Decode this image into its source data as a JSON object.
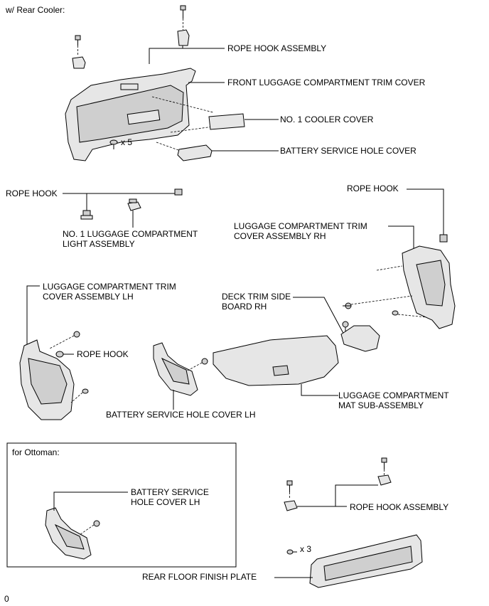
{
  "diagram": {
    "headers": {
      "rear_cooler": "w/ Rear Cooler:",
      "ottoman": "for Ottoman:"
    },
    "labels": {
      "rope_hook_assembly_1": "ROPE HOOK ASSEMBLY",
      "front_trim_cover": "FRONT LUGGAGE COMPARTMENT TRIM COVER",
      "cooler_cover": "NO. 1 COOLER COVER",
      "battery_hole_cover": "BATTERY SERVICE HOLE COVER",
      "rope_hook_left": "ROPE HOOK",
      "light_assembly_l1": "NO. 1 LUGGAGE COMPARTMENT",
      "light_assembly_l2": "LIGHT ASSEMBLY",
      "rope_hook_right": "ROPE HOOK",
      "trim_rh_l1": "LUGGAGE COMPARTMENT TRIM",
      "trim_rh_l2": "COVER ASSEMBLY RH",
      "trim_lh_l1": "LUGGAGE COMPARTMENT TRIM",
      "trim_lh_l2": "COVER ASSEMBLY LH",
      "deck_board_l1": "DECK TRIM SIDE",
      "deck_board_l2": "BOARD RH",
      "rope_hook_mid": "ROPE HOOK",
      "mat_l1": "LUGGAGE COMPARTMENT",
      "mat_l2": "MAT SUB-ASSEMBLY",
      "battery_cover_lh": "BATTERY SERVICE HOLE COVER LH",
      "ott_battery_l1": "BATTERY SERVICE",
      "ott_battery_l2": "HOLE COVER LH",
      "rope_hook_assembly_2": "ROPE HOOK ASSEMBLY",
      "rear_floor_plate": "REAR FLOOR FINISH PLATE"
    },
    "quantities": {
      "clips_top": "x 5",
      "screws_bottom": "x 3"
    },
    "footer_mark": "0"
  }
}
